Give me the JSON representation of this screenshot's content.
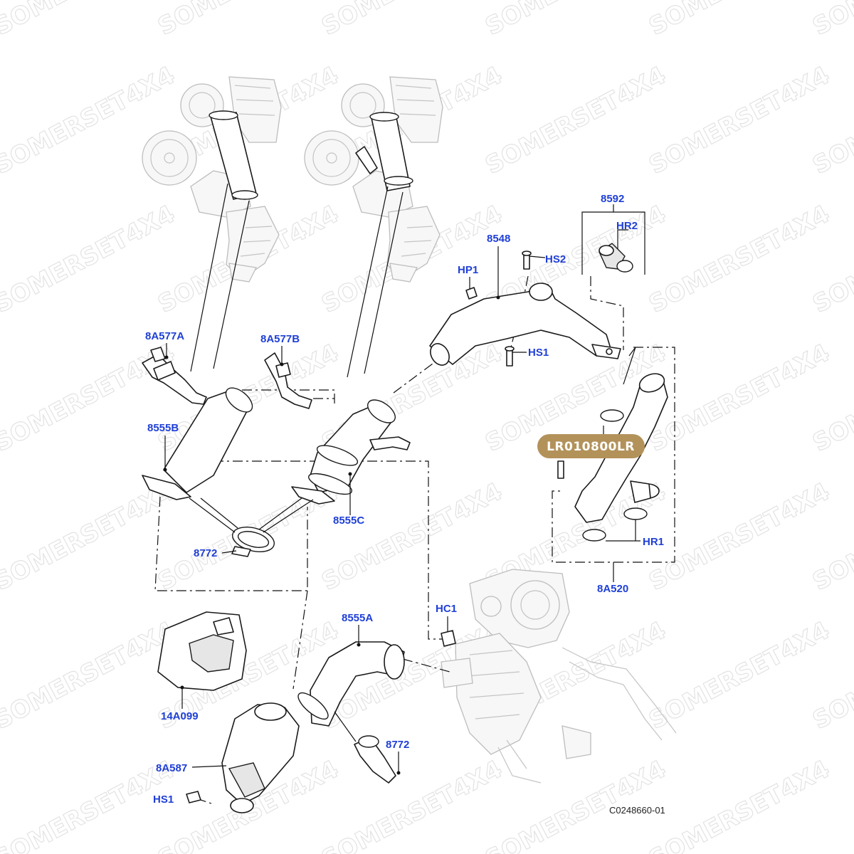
{
  "watermark": {
    "text": "SOMERSET4X4"
  },
  "part_badge": {
    "text": "LR010800LR"
  },
  "reference_code": "C0248660-01",
  "callouts": {
    "c8592": "8592",
    "hr2": "HR2",
    "c8548": "8548",
    "hs2": "HS2",
    "hp1": "HP1",
    "hs1_top": "HS1",
    "c8a577a": "8A577A",
    "c8a577b": "8A577B",
    "c8555b": "8555B",
    "c8555c": "8555C",
    "c8772_top": "8772",
    "hr1": "HR1",
    "c8a520": "8A520",
    "hc1": "HC1",
    "c8555a": "8555A",
    "c14a099": "14A099",
    "c8772_bottom": "8772",
    "c8a587": "8A587",
    "hs1_bottom": "HS1"
  },
  "colors": {
    "callout": "#1f3fd6",
    "badge": "#b3925a"
  }
}
